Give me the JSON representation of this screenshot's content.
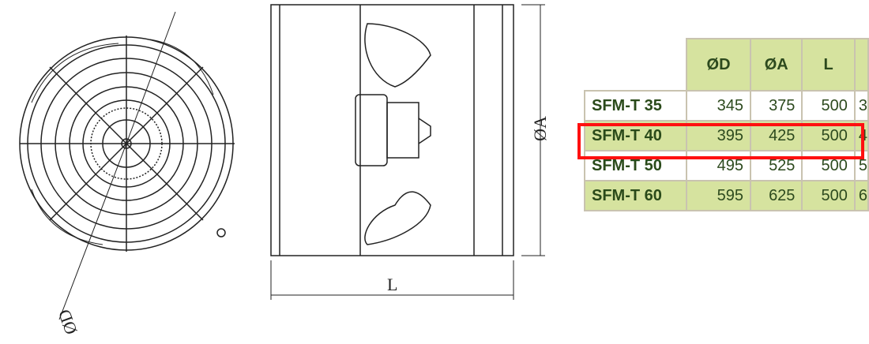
{
  "drawing": {
    "labels": {
      "diameter_d": "ØD",
      "diameter_a": "ØA",
      "length": "L"
    }
  },
  "table": {
    "headers": [
      "ØD",
      "ØA",
      "L",
      ""
    ],
    "rows": [
      {
        "model": "SFM-T 35",
        "d": "345",
        "a": "375",
        "l": "500",
        "cut": "3"
      },
      {
        "model": "SFM-T 40",
        "d": "395",
        "a": "425",
        "l": "500",
        "cut": "4"
      },
      {
        "model": "SFM-T 50",
        "d": "495",
        "a": "525",
        "l": "500",
        "cut": "5"
      },
      {
        "model": "SFM-T 60",
        "d": "595",
        "a": "625",
        "l": "500",
        "cut": "6"
      }
    ],
    "highlighted_row": "SFM-T 40",
    "colors": {
      "header": "#d6e39f",
      "highlight": "#ff1010"
    }
  }
}
